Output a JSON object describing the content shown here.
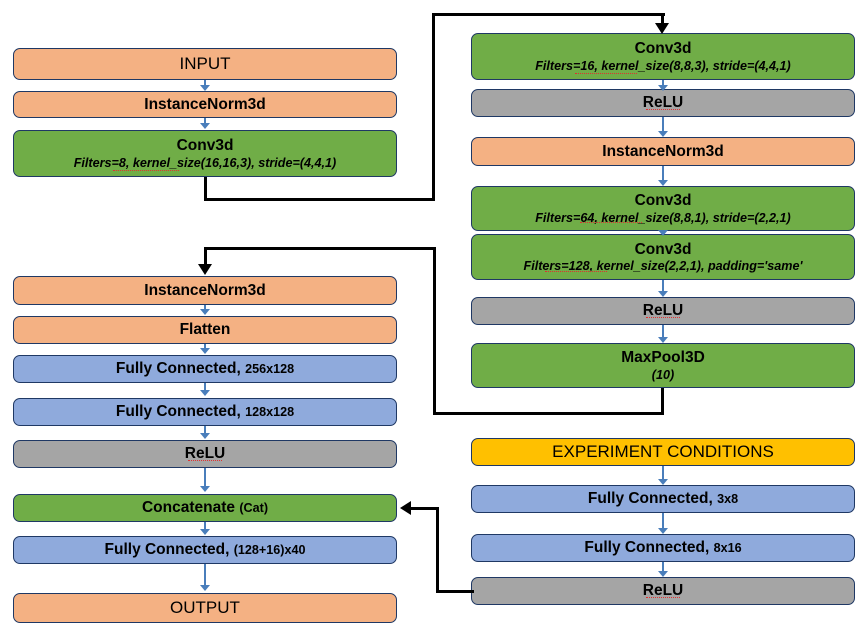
{
  "diagram": {
    "title": "Neural network architecture diagram",
    "colors": {
      "orange": "#F4B183",
      "green": "#70AD47",
      "blue": "#8FAADC",
      "gray": "#A5A5A5",
      "gold": "#FFC000",
      "border": "#1F3864",
      "blue_arrow": "#4A7EBB",
      "black_connector": "#000000"
    },
    "left_column": [
      {
        "title": "INPUT",
        "sub": "",
        "suffix": "",
        "color": "orange",
        "style": "plain"
      },
      {
        "title": "InstanceNorm3d",
        "sub": "",
        "suffix": "",
        "color": "orange",
        "style": "bold"
      },
      {
        "title": "Conv3d",
        "sub": "Filters=8, kernel_size(16,16,3), stride=(4,4,1)",
        "suffix": "",
        "color": "green",
        "style": "bold"
      },
      {
        "title": "InstanceNorm3d",
        "sub": "",
        "suffix": "",
        "color": "orange",
        "style": "bold"
      },
      {
        "title": "Flatten",
        "sub": "",
        "suffix": "",
        "color": "orange",
        "style": "bold"
      },
      {
        "title": "Fully Connected,",
        "sub": "",
        "suffix": "256x128",
        "color": "blue",
        "style": "bold"
      },
      {
        "title": "Fully Connected,",
        "sub": "",
        "suffix": "128x128",
        "color": "blue",
        "style": "bold"
      },
      {
        "title": "ReLU",
        "sub": "",
        "suffix": "",
        "color": "gray",
        "style": "bold"
      },
      {
        "title": "Concatenate",
        "sub": "",
        "suffix": "(Cat)",
        "color": "green",
        "style": "bold"
      },
      {
        "title": "Fully Connected,",
        "sub": "",
        "suffix": "(128+16)x40",
        "color": "blue",
        "style": "bold"
      },
      {
        "title": "OUTPUT",
        "sub": "",
        "suffix": "",
        "color": "orange",
        "style": "plain"
      }
    ],
    "right_column": [
      {
        "title": "Conv3d",
        "sub": "Filters=16, kernel_size(8,8,3), stride=(4,4,1)",
        "suffix": "",
        "color": "green",
        "style": "bold"
      },
      {
        "title": "ReLU",
        "sub": "",
        "suffix": "",
        "color": "gray",
        "style": "bold"
      },
      {
        "title": "InstanceNorm3d",
        "sub": "",
        "suffix": "",
        "color": "orange",
        "style": "bold"
      },
      {
        "title": "Conv3d",
        "sub": "Filters=64, kernel_size(8,8,1), stride=(2,2,1)",
        "suffix": "",
        "color": "green",
        "style": "bold"
      },
      {
        "title": "Conv3d",
        "sub": "Filters=128, kernel_size(2,2,1), padding='same'",
        "suffix": "",
        "color": "green",
        "style": "bold"
      },
      {
        "title": "ReLU",
        "sub": "",
        "suffix": "",
        "color": "gray",
        "style": "bold"
      },
      {
        "title": "MaxPool3D",
        "sub": "(10)",
        "suffix": "",
        "color": "green",
        "style": "bold"
      },
      {
        "title": "EXPERIMENT CONDITIONS",
        "sub": "",
        "suffix": "",
        "color": "gold",
        "style": "plain"
      },
      {
        "title": "Fully Connected,",
        "sub": "",
        "suffix": "3x8",
        "color": "blue",
        "style": "bold"
      },
      {
        "title": "Fully Connected,",
        "sub": "",
        "suffix": "8x16",
        "color": "blue",
        "style": "bold"
      },
      {
        "title": "ReLU",
        "sub": "",
        "suffix": "",
        "color": "gray",
        "style": "bold"
      }
    ],
    "connectors": [
      {
        "name": "conv3d-left-to-conv3d-right",
        "from": "Conv3d (Filters=8)",
        "to": "Conv3d (Filters=16)"
      },
      {
        "name": "maxpool3d-to-instancenorm3d",
        "from": "MaxPool3D",
        "to": "InstanceNorm3d (left)"
      },
      {
        "name": "relu-conditions-to-concatenate",
        "from": "ReLU (conditions branch)",
        "to": "Concatenate (Cat)"
      }
    ]
  }
}
